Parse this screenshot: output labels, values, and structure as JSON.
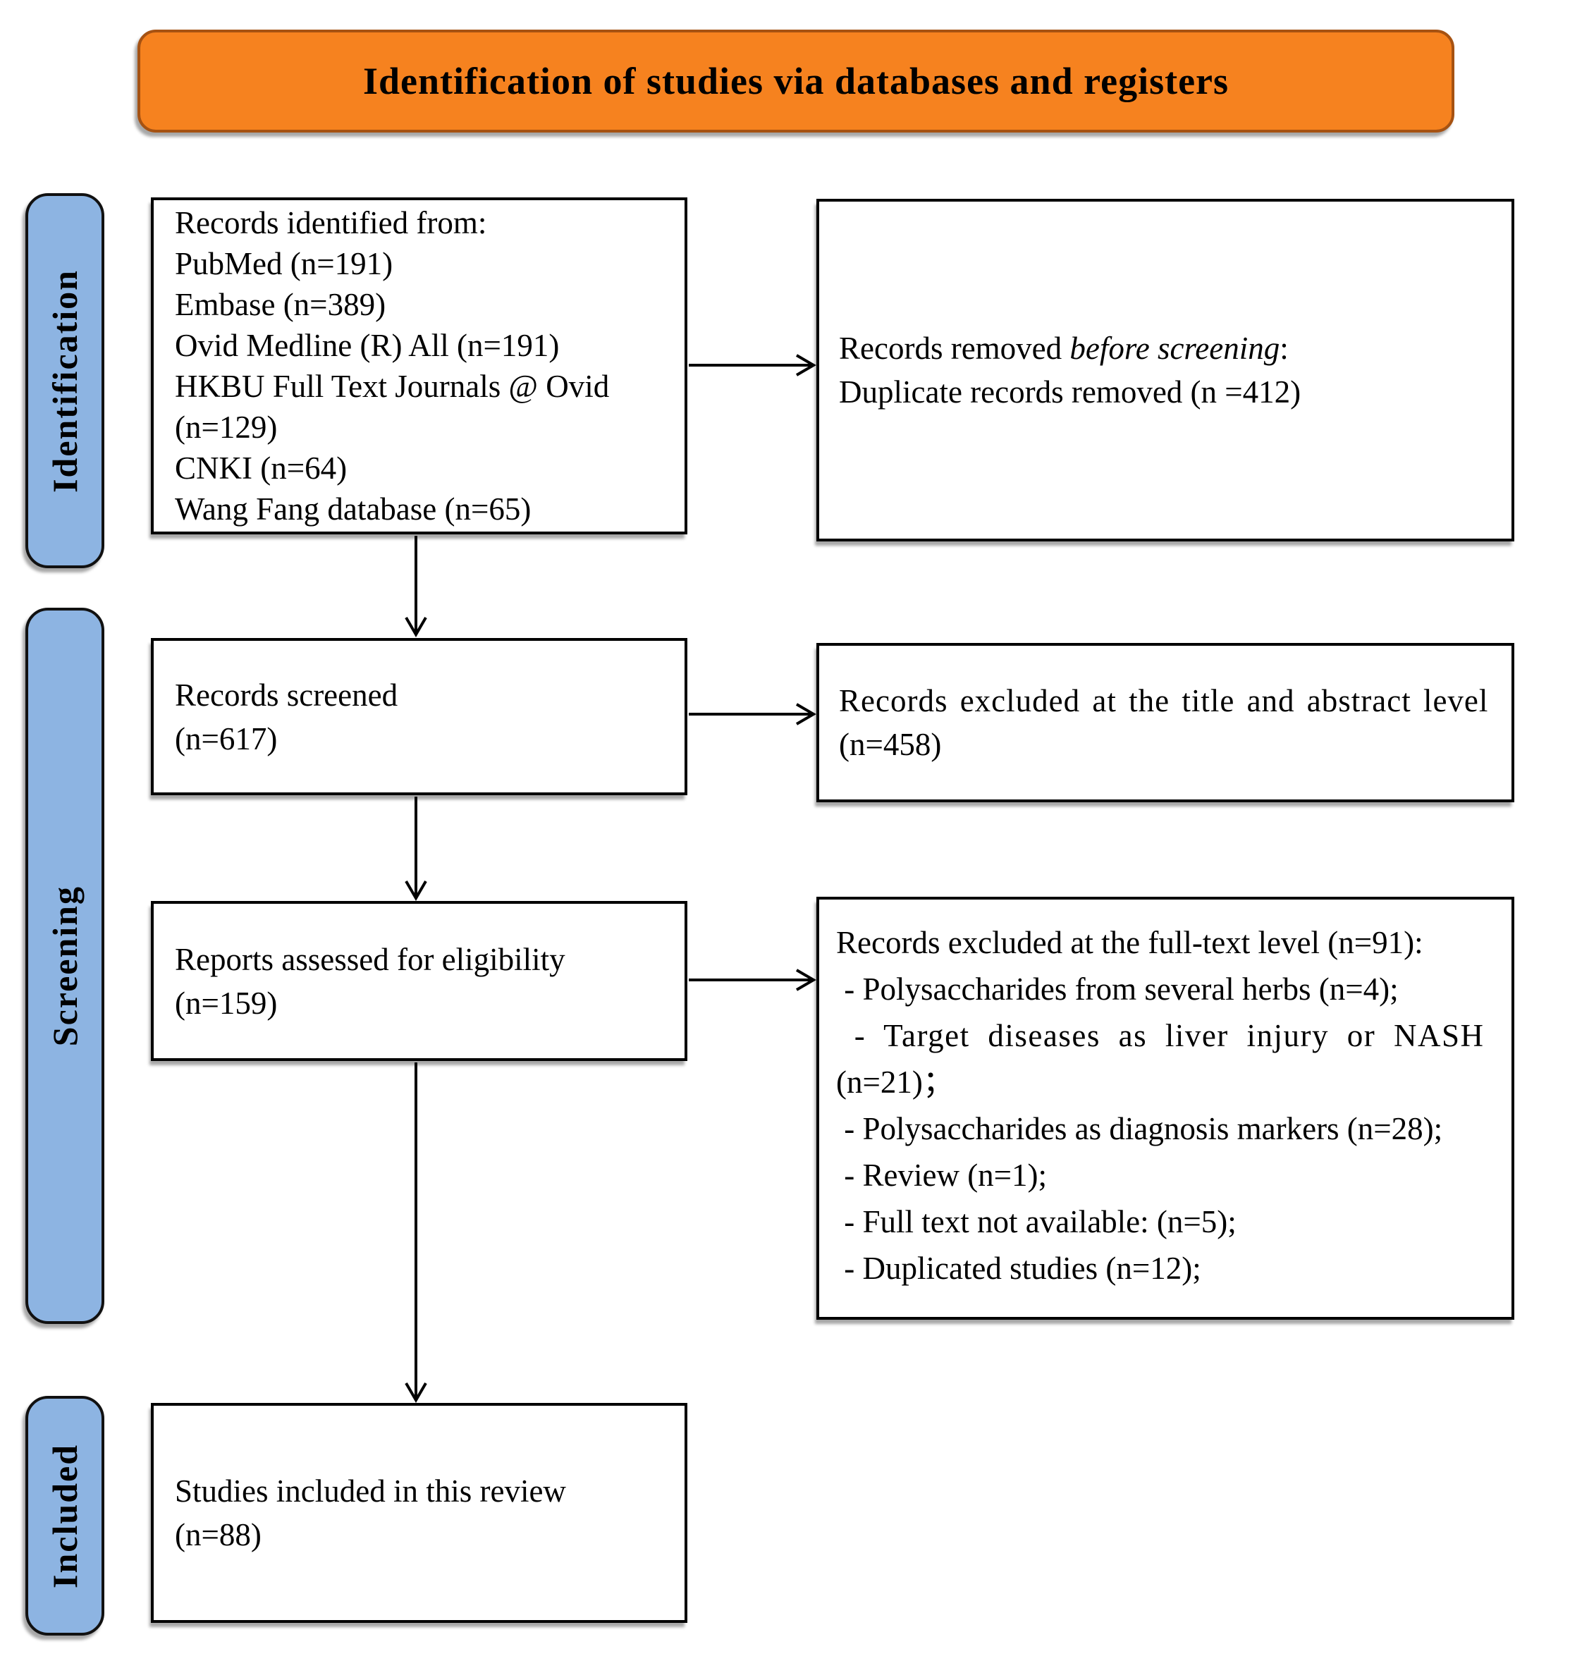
{
  "header": {
    "title": "Identification of studies via databases and registers"
  },
  "stages": [
    {
      "label": "Identification"
    },
    {
      "label": "Screening"
    },
    {
      "label": "Included"
    }
  ],
  "boxes": {
    "identified": {
      "lines": [
        "Records identified from:",
        "PubMed (n=191)",
        "Embase (n=389)",
        "Ovid Medline (R) All (n=191)",
        "HKBU Full Text Journals @ Ovid",
        "(n=129)",
        "CNKI (n=64)",
        "Wang Fang database (n=65)"
      ]
    },
    "removed": {
      "line1_prefix": "Records removed ",
      "line1_italic": "before screening",
      "line1_suffix": ":",
      "line2": "Duplicate records removed (n =412)"
    },
    "screened": {
      "lines": [
        "Records screened",
        "(n=617)"
      ]
    },
    "excluded_title_abstract": {
      "lines": [
        "Records excluded at the title and abstract level",
        "(n=458)"
      ]
    },
    "assessed": {
      "lines": [
        "Reports assessed for eligibility",
        "(n=159)"
      ]
    },
    "excluded_fulltext": {
      "lines": [
        "Records excluded at the full-text level (n=91):",
        " - Polysaccharides from several herbs (n=4);",
        " - Target diseases as liver injury or NASH",
        "(n=21)；",
        " - Polysaccharides as diagnosis markers (n=28);",
        " - Review (n=1);",
        " - Full text not available: (n=5);",
        " - Duplicated studies (n=12);"
      ]
    },
    "included": {
      "lines": [
        "Studies included in this review",
        "(n=88)"
      ]
    }
  },
  "colors": {
    "banner_fill": "#F6821F",
    "banner_border": "#A65212",
    "stage_pill_fill": "#8DB4E2",
    "box_border": "#000000",
    "arrow": "#000000"
  }
}
